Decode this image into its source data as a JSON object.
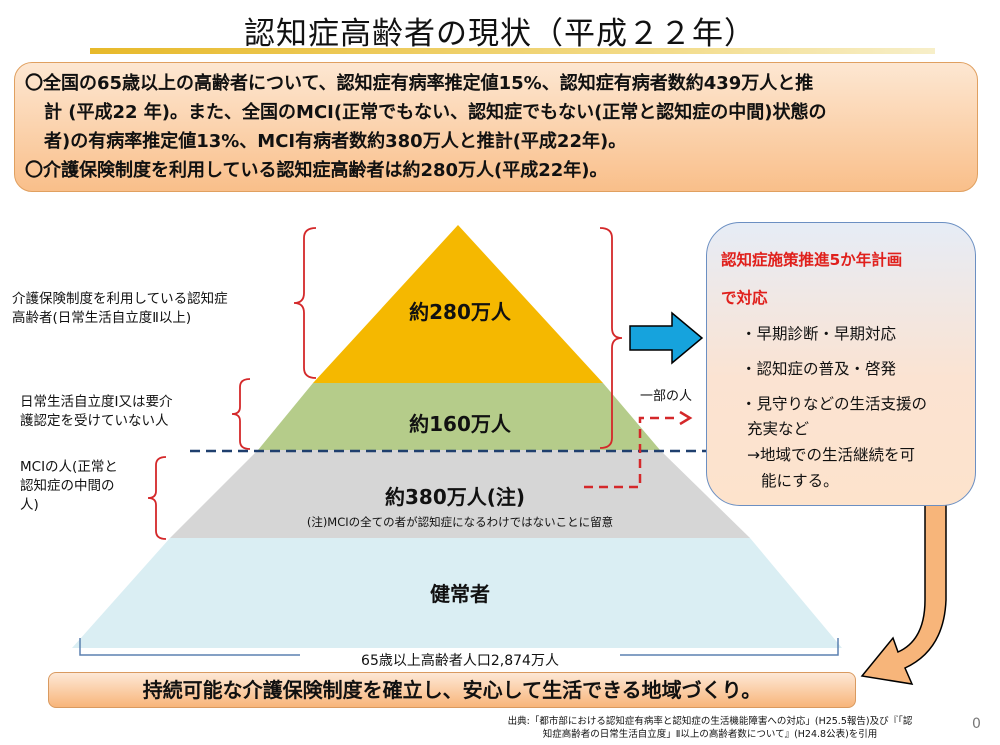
{
  "title": "認知症高齢者の現状（平成２２年）",
  "summary": {
    "line1": "〇全国の65歳以上の高齢者について、認知症有病率推定値15%、認知症有病者数約439万人と推",
    "line2": "計 (平成22 年)。また、全国のMCI(正常でもない、認知症でもない(正常と認知症の中間)状態の",
    "line3": "者)の有病率推定値13%、MCI有病者数約380万人と推計(平成22年)。",
    "line4": "〇介護保険制度を利用している認知症高齢者は約280万人(平成22年)。"
  },
  "pyramid": {
    "top": "約280万人",
    "second": "約160万人",
    "third": "約380万人(注)",
    "note": "(注)MCIの全ての者が認知症になるわけではないことに留意",
    "base": "健常者",
    "population": "65歳以上高齢者人口2,874万人"
  },
  "left_labels": {
    "a1": "介護保険制度を利用している認知症",
    "a2": "高齢者(日常生活自立度Ⅱ以上)",
    "b1": "日常生活自立度Ⅰ又は要介",
    "b2": "護認定を受けていない人",
    "c1": "MCIの人(正常と",
    "c2": "認知症の中間の",
    "c3": "人)"
  },
  "some_people": "一部の人",
  "policy_box": {
    "heading1": "認知症施策推進5か年計画",
    "heading2": "で対応",
    "items": [
      "・早期診断・早期対応",
      "・認知症の普及・啓発",
      "・見守りなどの生活支援の",
      "充実など",
      "→地域での生活継続を可",
      "能にする。"
    ]
  },
  "conclusion": "持続可能な介護保険制度を確立し、安心して生活できる地域づくり。",
  "source1": "出典:「都市部における認知症有病率と認知症の生活機能障害への対応」(H25.5報告)及び『「認",
  "source2": "知症高齢者の日常生活自立度」Ⅱ以上の高齢者数について』(H24.8公表)を引用",
  "page_number": "0",
  "colors": {
    "top": "#f5b800",
    "second": "#b5cc8a",
    "third": "#d6d6d6",
    "base": "#daeef3",
    "bracket": "#d4282a",
    "arrow": "#16a3dd"
  }
}
